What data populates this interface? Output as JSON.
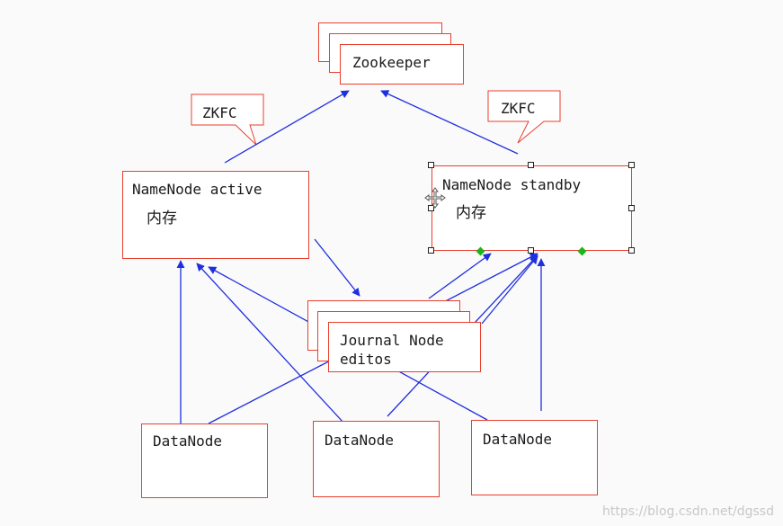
{
  "zookeeper": {
    "label": "Zookeeper"
  },
  "zkfc_left": {
    "label": "ZKFC"
  },
  "zkfc_right": {
    "label": "ZKFC"
  },
  "namenode_active": {
    "title": "NameNode active",
    "memory": "内存"
  },
  "namenode_standby": {
    "title": "NameNode standby",
    "memory": "内存"
  },
  "journal_node": {
    "line1": "Journal Node",
    "line2": "editos"
  },
  "datanodes": [
    "DataNode",
    "DataNode",
    "DataNode"
  ],
  "watermark": "https://blog.csdn.net/dgssd",
  "colors": {
    "box_border": "#e8402e",
    "arrow": "#1f2fe0",
    "selection_diamond": "#1bb51b"
  }
}
